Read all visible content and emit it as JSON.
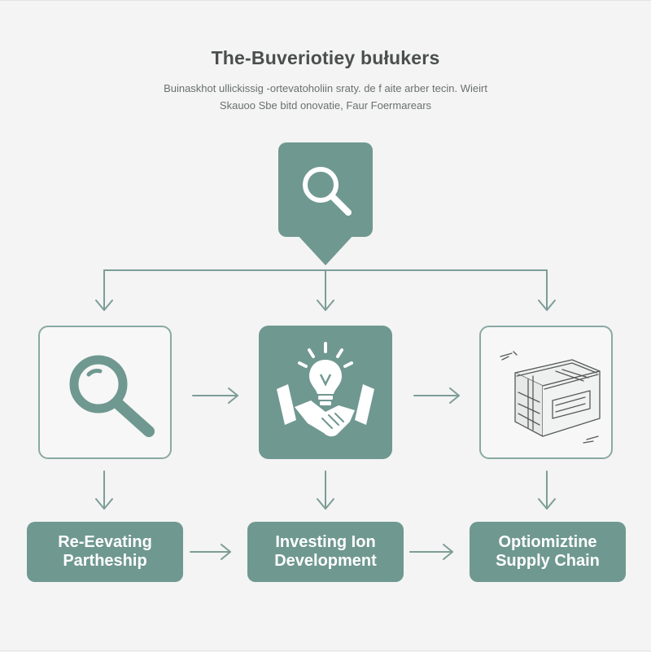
{
  "diagram": {
    "title": "The-Buveriotiey bułukers",
    "subtitle_lines": [
      "Buinaskhot ullickissig -ortevatoholiin sraty. de f aite arber tecin. Wieirt",
      "Skauoo Sbe bitd onovatie, Faur Foermarears"
    ],
    "top_node": {
      "icon": "magnifier-icon"
    },
    "stages": [
      {
        "icon": "magnifier-icon",
        "style": "outline",
        "label_lines": [
          "Re-Eevating",
          "Partheship"
        ]
      },
      {
        "icon": "lightbulb-handshake-icon",
        "style": "filled",
        "label_lines": [
          "Investing Ion",
          "Development"
        ]
      },
      {
        "icon": "shipping-box-sketch-icon",
        "style": "outline",
        "label_lines": [
          "Optiomiztine",
          "Supply Chain"
        ]
      }
    ],
    "colors": {
      "accent": "#6f9890",
      "outline": "#8aa9a3",
      "connector": "#7d9d97",
      "background": "#f3f4f3",
      "title": "#4a4f4d"
    }
  }
}
